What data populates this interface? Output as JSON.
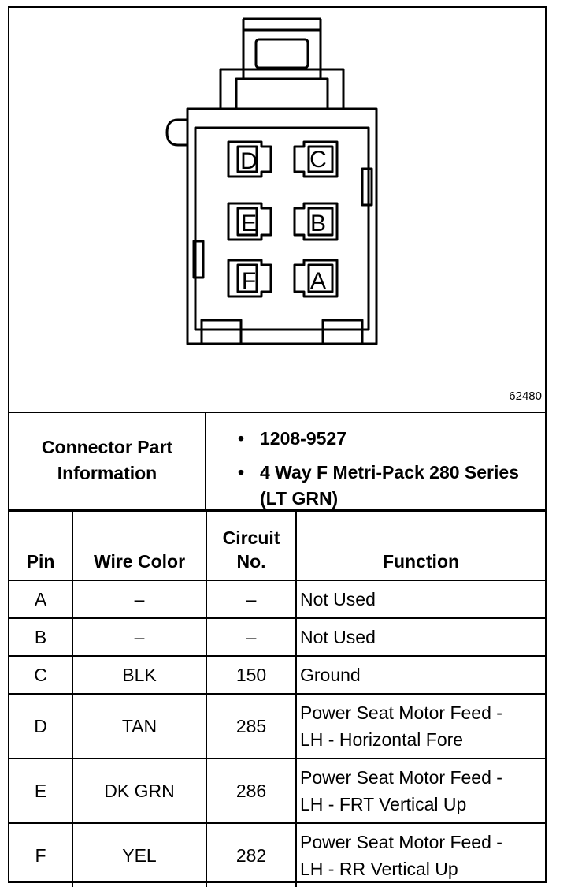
{
  "figure_id": "62480",
  "connector_pins": [
    "D",
    "C",
    "E",
    "B",
    "F",
    "A"
  ],
  "info": {
    "label_line1": "Connector Part",
    "label_line2": "Information",
    "items": [
      "1208-9527",
      "4 Way F Metri-Pack 280 Series (LT GRN)"
    ]
  },
  "table": {
    "headers": {
      "pin": "Pin",
      "wire_color": "Wire Color",
      "circuit_line1": "Circuit",
      "circuit_line2": "No.",
      "function": "Function"
    },
    "rows": [
      {
        "pin": "A",
        "wire_color": "–",
        "circuit": "–",
        "function_line1": "Not Used",
        "function_line2": ""
      },
      {
        "pin": "B",
        "wire_color": "–",
        "circuit": "–",
        "function_line1": "Not Used",
        "function_line2": ""
      },
      {
        "pin": "C",
        "wire_color": "BLK",
        "circuit": "150",
        "function_line1": "Ground",
        "function_line2": ""
      },
      {
        "pin": "D",
        "wire_color": "TAN",
        "circuit": "285",
        "function_line1": "Power Seat Motor Feed -",
        "function_line2": "LH - Horizontal Fore"
      },
      {
        "pin": "E",
        "wire_color": "DK GRN",
        "circuit": "286",
        "function_line1": "Power Seat Motor Feed -",
        "function_line2": "LH - FRT Vertical Up"
      },
      {
        "pin": "F",
        "wire_color": "YEL",
        "circuit": "282",
        "function_line1": "Power Seat Motor Feed -",
        "function_line2": "LH - RR Vertical Up"
      }
    ]
  }
}
